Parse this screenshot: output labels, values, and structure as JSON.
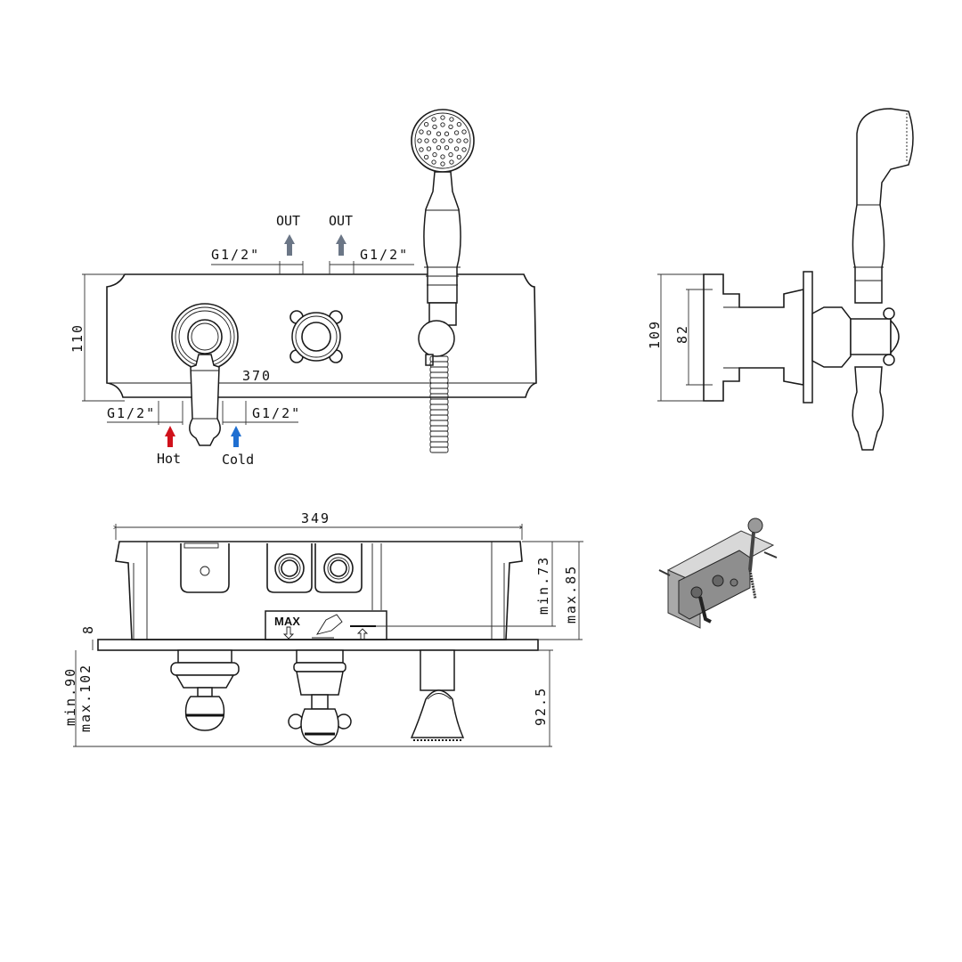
{
  "front_view": {
    "outlet_labels": [
      "OUT",
      "OUT"
    ],
    "outlet_thread_left": "G1/2\"",
    "outlet_thread_right": "G1/2\"",
    "height_dim": "110",
    "width_dim": "370",
    "inlet_thread_left": "G1/2\"",
    "inlet_thread_right": "G1/2\"",
    "hot_label": "Hot",
    "cold_label": "Cold"
  },
  "side_view": {
    "overall_height_dim": "109",
    "body_height_dim": "82"
  },
  "bottom_view": {
    "body_width_dim": "349",
    "plate_thickness_dim": "8",
    "min_depth_dim": "min.73",
    "max_depth_dim": "max.85",
    "handle_min_dim": "min.90",
    "handle_max_dim": "max.102",
    "shower_depth_dim": "92.5",
    "max_marker": "MAX"
  },
  "colors": {
    "hot": "#d0111b",
    "cold": "#1f6fd1",
    "out": "#6b7686",
    "line": "#1a1a1a"
  }
}
